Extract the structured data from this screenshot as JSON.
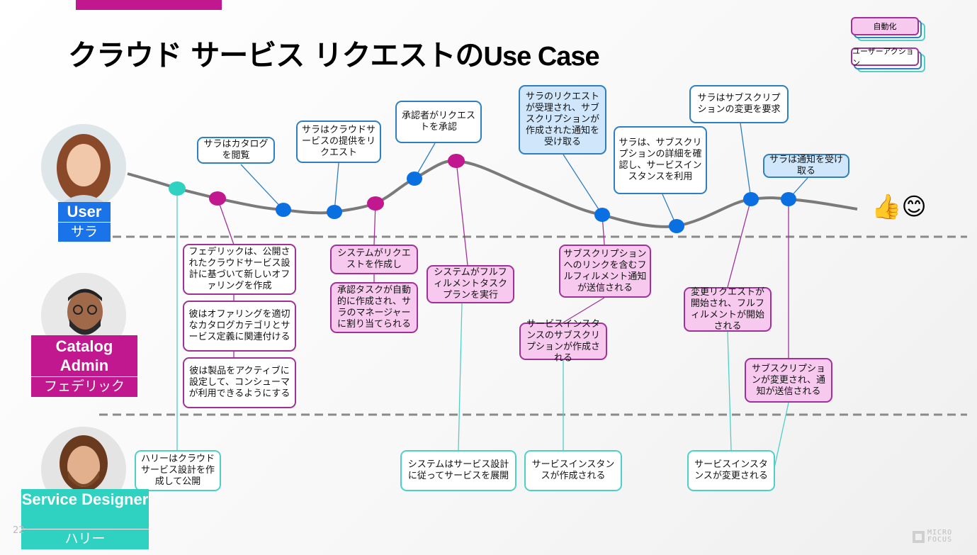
{
  "slide": {
    "title_jp": "クラウド サービス リクエストの",
    "title_en": "Use Case",
    "page_number": "22",
    "logo_text": [
      "MICRO",
      "FOCUS"
    ]
  },
  "legend": {
    "automation": "自動化",
    "user_action": "ユーザーアクション"
  },
  "personas": {
    "user": {
      "role": "User",
      "name": "サラ",
      "color": "#1a73e8"
    },
    "catalog_admin": {
      "role": "Catalog Admin",
      "name": "フェデリック",
      "color": "#c2188f"
    },
    "service_designer": {
      "role": "Service Designer",
      "name": "ハリー",
      "color": "#2fd1c1"
    }
  },
  "user_steps": [
    {
      "text": "サラはカタログを閲覧",
      "style": "user-action"
    },
    {
      "text": "サラはクラウドサービスの提供をリクエスト",
      "style": "user-action"
    },
    {
      "text": "承認者がリクエストを承認",
      "style": "user-action"
    },
    {
      "text": "サラのリクエストが受理され、サブスクリプションが作成された通知を受け取る",
      "style": "notification"
    },
    {
      "text": "サラは、サブスクリプションの詳細を確認し、サービスインスタンスを利用",
      "style": "user-action"
    },
    {
      "text": "サラはサブスクリプションの変更を要求",
      "style": "user-action"
    },
    {
      "text": "サラは通知を受け取る",
      "style": "notification"
    }
  ],
  "catalog_steps": [
    {
      "text": "フェデリックは、公開されたクラウドサービス設計に基づいて新しいオファリングを作成",
      "style": "user-action"
    },
    {
      "text": "彼はオファリングを適切なカタログカテゴリとサービス定義に関連付ける",
      "style": "user-action"
    },
    {
      "text": "彼は製品をアクティブに設定して、コンシューマが利用できるようにする",
      "style": "user-action"
    },
    {
      "text": "システムがリクエストを作成し",
      "style": "automation"
    },
    {
      "text": "承認タスクが自動的に作成され、サラのマネージャーに割り当てられる",
      "style": "automation"
    },
    {
      "text": "システムがフルフィルメントタスクプランを実行",
      "style": "automation"
    },
    {
      "text": "サブスクリプションへのリンクを含むフルフィルメント通知が送信される",
      "style": "automation"
    },
    {
      "text": "サービスインスタンスのサブスクリプションが作成される",
      "style": "automation"
    },
    {
      "text": "変更リクエストが開始され、フルフィルメントが開始される",
      "style": "automation"
    },
    {
      "text": "サブスクリプションが変更され、通知が送信される",
      "style": "automation"
    }
  ],
  "designer_steps": [
    {
      "text": "ハリーはクラウドサービス設計を作成して公開",
      "style": "user-action"
    },
    {
      "text": "システムはサービス設計に従ってサービスを展開",
      "style": "user-action"
    },
    {
      "text": "サービスインスタンスが作成される",
      "style": "user-action"
    },
    {
      "text": "サービスインスタンスが変更される",
      "style": "user-action"
    }
  ],
  "colors": {
    "user_dot": "#0a6fe0",
    "admin_dot": "#c2188f",
    "designer_dot": "#2fd1c1",
    "journey_line": "#7a7a7a"
  },
  "icons": {
    "end_emoji": "thumbs-up-smiley-icon"
  }
}
